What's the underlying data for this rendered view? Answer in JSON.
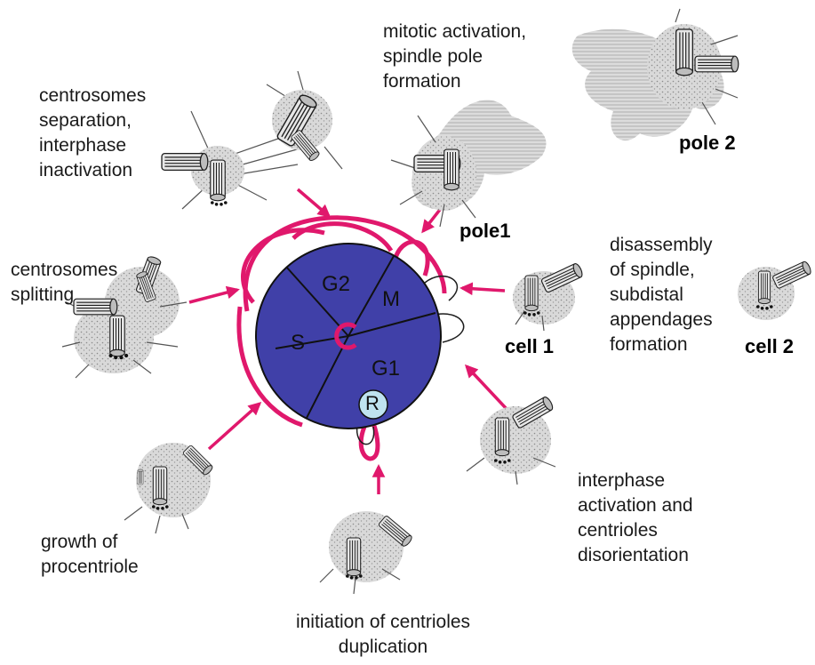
{
  "colors": {
    "cycle_fill": "#4040a8",
    "cycle_loops": "#e0186c",
    "arrow": "#e0186c",
    "restriction_point": "#bfe3ef",
    "pericentriolar_material": "#cfcfcf"
  },
  "cell_cycle": {
    "phases": [
      "G2",
      "M",
      "S",
      "G1"
    ],
    "restriction_point": "R"
  },
  "labels": {
    "separation": [
      "centrosomes",
      "separation,",
      "interphase",
      "inactivation"
    ],
    "mitotic": [
      "mitotic activation,",
      "spindle pole",
      "formation"
    ],
    "splitting": [
      "centrosomes",
      "splitting"
    ],
    "disassembly": [
      "disassembly",
      "of spindle,",
      "subdistal",
      "appendages",
      "formation"
    ],
    "growth": [
      "growth of",
      "procentriole"
    ],
    "initiation": [
      "initiation of centrioles",
      "duplication"
    ],
    "interphase_activation": [
      "interphase",
      "activation and",
      "centrioles",
      "disorientation"
    ]
  },
  "markers": {
    "pole1": "pole1",
    "pole2": "pole 2",
    "cell1": "cell 1",
    "cell2": "cell 2"
  }
}
